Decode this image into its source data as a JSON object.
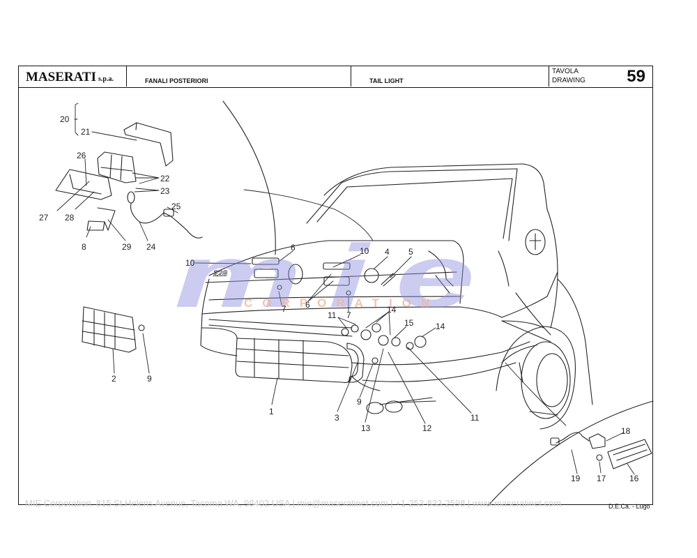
{
  "header": {
    "brand": "MASERATI",
    "brand_suffix": "s.p.a.",
    "title_it": "FANALI POSTERIORI",
    "title_en": "TAIL LIGHT",
    "tavola": "TAVOLA",
    "drawing": "DRAWING",
    "plate_number": "59"
  },
  "watermark": {
    "letters": "mie",
    "subtitle": "CORPORATION"
  },
  "car": {
    "badge": "228"
  },
  "callouts": {
    "c1": "1",
    "c2": "2",
    "c3": "3",
    "c4": "4",
    "c5": "5",
    "c6a": "6",
    "c6b": "6",
    "c7a": "7",
    "c7b": "7",
    "c8": "8",
    "c9a": "9",
    "c9b": "9",
    "c10a": "10",
    "c10b": "10",
    "c11a": "11",
    "c11b": "11",
    "c12": "12",
    "c13": "13",
    "c14a": "14",
    "c14b": "14",
    "c15": "15",
    "c16": "16",
    "c17": "17",
    "c18": "18",
    "c19": "19",
    "c20": "20",
    "c21": "21",
    "c22": "22",
    "c23": "23",
    "c24": "24",
    "c25": "25",
    "c26": "26",
    "c27": "27",
    "c28": "28",
    "c29": "29"
  },
  "footer": {
    "contact": "MIE Corporation. 815 St.Helens Avenue, Tacoma WA, 98402 USA  |  mie@maseratinet.com  |  +1-253-833-2598  |  www.maseratinet.com",
    "credit": "D.E.Ca. - Lugo"
  }
}
